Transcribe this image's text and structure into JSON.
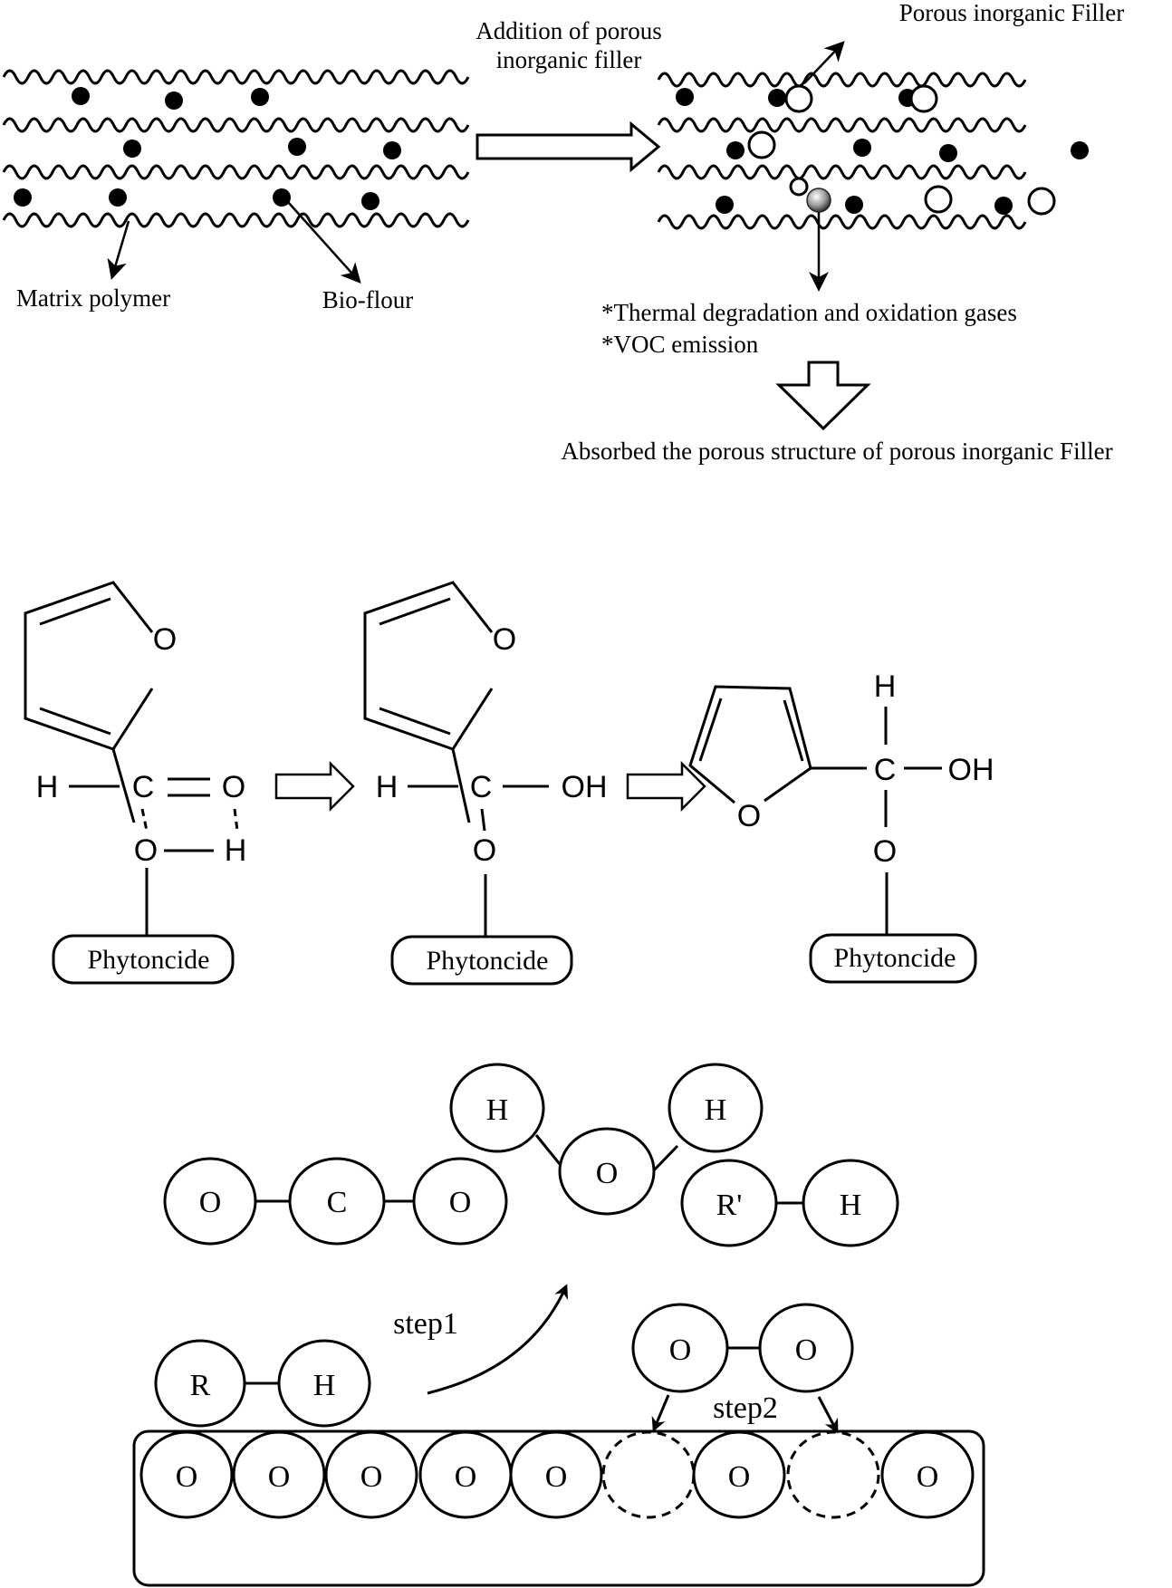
{
  "panel1": {
    "transition_label_line1": "Addition of porous",
    "transition_label_line2": "inorganic filler",
    "filler_label": "Porous inorganic Filler",
    "matrix_label": "Matrix polymer",
    "bioflour_label": "Bio-flour",
    "emission_line1": "*Thermal degradation and oxidation gases",
    "emission_line2": "*VOC emission",
    "result_label": "Absorbed the porous structure of porous inorganic Filler"
  },
  "panel2": {
    "molecule1": {
      "ring_o": "O",
      "h": "H",
      "c": "C",
      "o_double": "O",
      "o_bottom": "O",
      "h_bottom": "H",
      "group": "Phytoncide"
    },
    "molecule2": {
      "ring_o": "O",
      "h": "H",
      "c": "C",
      "oh": "OH",
      "o_bottom": "O",
      "group": "Phytoncide"
    },
    "molecule3": {
      "ring_o": "O",
      "h_top": "H",
      "c": "C",
      "oh": "OH",
      "o_bottom": "O",
      "group": "Phytoncide"
    }
  },
  "panel3": {
    "co2": [
      "O",
      "C",
      "O"
    ],
    "water": {
      "h_left": "H",
      "o": "O",
      "h_right": "H"
    },
    "rprime_h": [
      "R'",
      "H"
    ],
    "rh": [
      "R",
      "H"
    ],
    "o2": [
      "O",
      "O"
    ],
    "step1_label": "step1",
    "step2_label": "step2",
    "surface_atoms": [
      "O",
      "O",
      "O",
      "O",
      "O",
      "",
      "O",
      "",
      "O"
    ],
    "surface_vacancies": [
      false,
      false,
      false,
      false,
      false,
      true,
      false,
      true,
      false
    ]
  }
}
